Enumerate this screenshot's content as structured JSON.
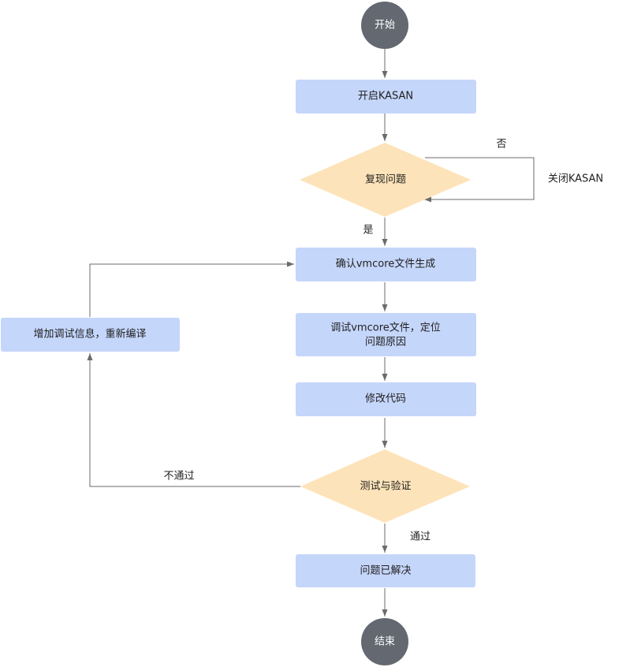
{
  "flowchart": {
    "nodes": {
      "start": {
        "type": "terminal",
        "text": "开始"
      },
      "enable_kasan": {
        "type": "process",
        "text": "开启KASAN"
      },
      "reproduce": {
        "type": "decision",
        "text": "复现问题"
      },
      "confirm_vmcore": {
        "type": "process",
        "text": "确认vmcore文件生成"
      },
      "debug_vmcore": {
        "type": "process",
        "lines": [
          "调试vmcore文件，定位",
          "问题原因"
        ]
      },
      "fix_code": {
        "type": "process",
        "text": "修改代码"
      },
      "test_verify": {
        "type": "decision",
        "text": "测试与验证"
      },
      "resolved": {
        "type": "process",
        "text": "问题已解决"
      },
      "add_debug": {
        "type": "process",
        "text": "增加调试信息，重新编译"
      },
      "end": {
        "type": "terminal",
        "text": "结束"
      }
    },
    "edge_labels": {
      "no": "否",
      "disable_kasan": "关闭KASAN",
      "yes": "是",
      "not_passed": "不通过",
      "passed": "通过"
    },
    "colors": {
      "process_fill": "#c5d6fb",
      "decision_fill": "#fde3b9",
      "terminal_fill": "#636871",
      "edge_stroke": "#6b6b6b"
    }
  }
}
